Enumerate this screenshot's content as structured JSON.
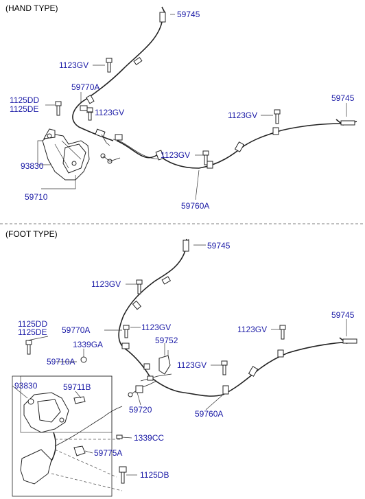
{
  "sections": {
    "hand": {
      "title": "(HAND TYPE)",
      "labels": {
        "p59745_top": "59745",
        "p1123gv_a": "1123GV",
        "p59770a": "59770A",
        "p1125dd": "1125DD",
        "p1125de": "1125DE",
        "p1123gv_b": "1123GV",
        "p59745_right": "59745",
        "p1123gv_c": "1123GV",
        "p1123gv_d": "1123GV",
        "p93830": "93830",
        "p59710": "59710",
        "p59760a": "59760A"
      }
    },
    "foot": {
      "title": "(FOOT TYPE)",
      "labels": {
        "p59745_top": "59745",
        "p1123gv_a": "1123GV",
        "p1125dd": "1125DD",
        "p1125de": "1125DE",
        "p59770a": "59770A",
        "p1123gv_b": "1123GV",
        "p1123gv_c": "1123GV",
        "p59745_right": "59745",
        "p1339ga": "1339GA",
        "p59752": "59752",
        "p59710a": "59710A",
        "p1123gv_d": "1123GV",
        "p93830": "93830",
        "p59711b": "59711B",
        "p59720": "59720",
        "p59760a": "59760A",
        "p1339cc": "1339CC",
        "p59775a": "59775A",
        "p1125db": "1125DB"
      }
    }
  },
  "colors": {
    "label": "#1a1aa6",
    "line": "#222222"
  }
}
